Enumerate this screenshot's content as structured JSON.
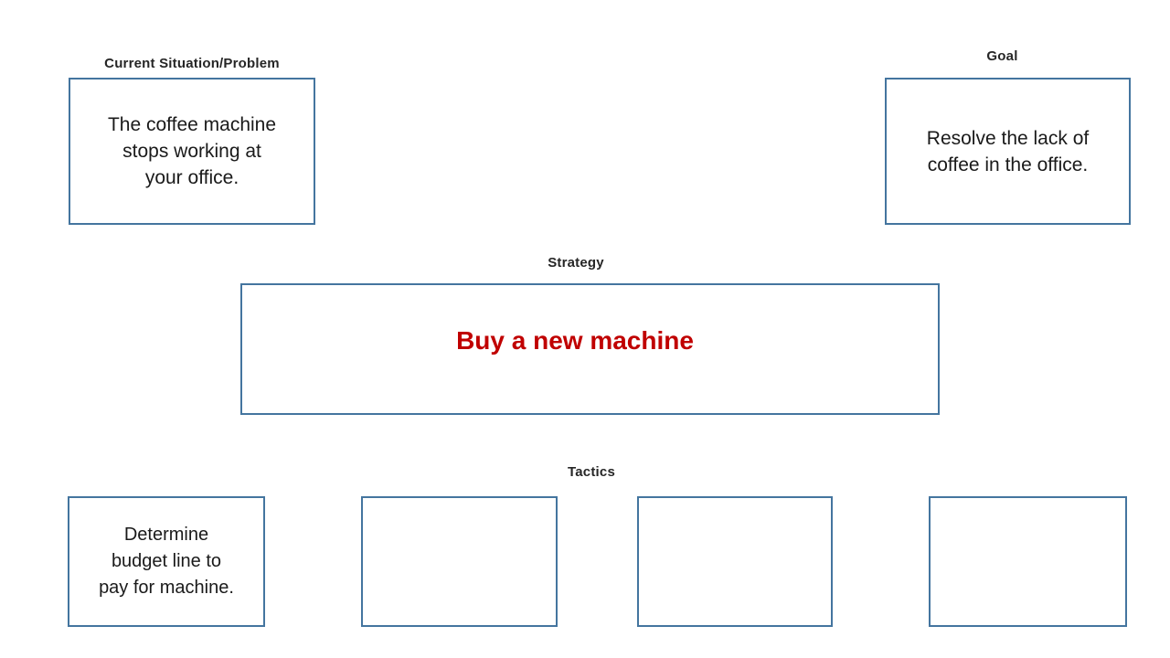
{
  "colors": {
    "background": "#ffffff",
    "box_border": "#44759f",
    "label_text": "#262626",
    "body_text": "#1a1a1a",
    "strategy_text": "#c00000"
  },
  "sections": {
    "problem": {
      "label": "Current Situation/Problem",
      "text": [
        "The coffee machine",
        "stops working at",
        "your office."
      ]
    },
    "goal": {
      "label": "Goal",
      "text": [
        "Resolve the lack of",
        "coffee in the office."
      ]
    },
    "strategy": {
      "label": "Strategy",
      "text": "Buy a new machine"
    },
    "tactics": {
      "label": "Tactics",
      "items": [
        {
          "text": [
            "Determine",
            "budget line to",
            "pay for machine."
          ]
        },
        {
          "text": ""
        },
        {
          "text": ""
        },
        {
          "text": ""
        }
      ]
    }
  }
}
